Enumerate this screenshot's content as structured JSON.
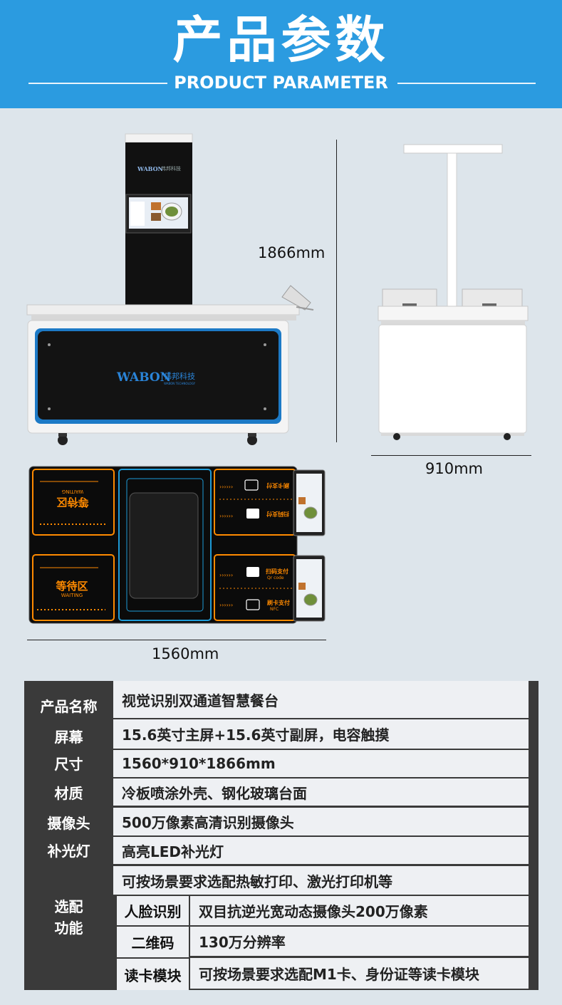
{
  "header": {
    "title": "产品参数",
    "subtitle": "PRODUCT PARAMETER"
  },
  "dimensions": {
    "height": "1866mm",
    "depth": "910mm",
    "width": "1560mm"
  },
  "product_branding": {
    "brand": "WABON",
    "brand_cn": "伟邦科技",
    "brand_en": "WABON TECHNOLOGY"
  },
  "top_view": {
    "waiting_zone": "等待区",
    "waiting_en": "WAITING",
    "scan_pay": "扫码支付",
    "scan_pay_en": "Qr code",
    "card_pay": "刷卡支付",
    "card_pay_en": "NFC",
    "chevrons": "››››››"
  },
  "spec_table": {
    "rows": [
      {
        "label": "产品名称",
        "value": "视觉识别双通道智慧餐台"
      },
      {
        "label": "屏幕",
        "value": "15.6英寸主屏+15.6英寸副屏，电容触摸"
      },
      {
        "label": "尺寸",
        "value": "1560*910*1866mm"
      },
      {
        "label": "材质",
        "value": "冷板喷涂外壳、钢化玻璃台面"
      },
      {
        "label": "摄像头",
        "value": "500万像素高清识别摄像头"
      },
      {
        "label": "补光灯",
        "value": "高亮LED补光灯"
      }
    ],
    "options_label_line1": "选配",
    "options_label_line2": "功能",
    "options_intro": "可按场景要求选配热敏打印、激光打印机等",
    "options": [
      {
        "label": "人脸识别",
        "value": "双目抗逆光宽动态摄像头200万像素"
      },
      {
        "label": "二维码",
        "value": "130万分辨率"
      },
      {
        "label": "读卡模块",
        "value": "可按场景要求选配M1卡、身份证等读卡模块"
      }
    ]
  },
  "colors": {
    "header_blue": "#2b9be0",
    "page_bg": "#dde5eb",
    "table_dark": "#3a3a3a",
    "table_light": "#eef0f3",
    "accent_orange": "#ff8a00",
    "accent_cyan": "#1e9bd7"
  }
}
